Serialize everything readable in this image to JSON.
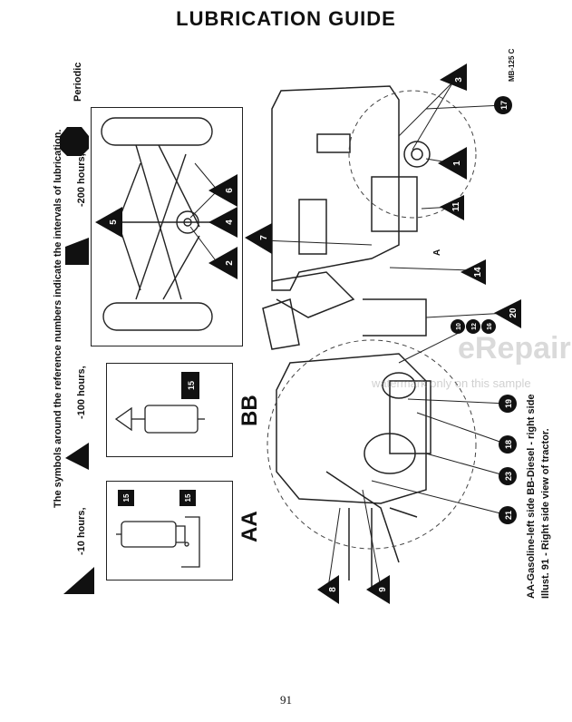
{
  "page": {
    "title": "LUBRICATION GUIDE",
    "page_number": "91",
    "intro": "The symbols around the reference numbers indicate the intervals of lubrication.",
    "legend": {
      "ten_hours": "-10 hours,",
      "hundred_hours": "-100 hours,",
      "two_hundred_hours": "-200 hours,",
      "periodic": "Periodic"
    },
    "inset_labels": {
      "aa": "AA",
      "bb": "BB"
    },
    "caption": {
      "line1": "AA-Gasoline-left side    BB-Diesel - right side",
      "line2": "Illust. 91 - Right side view of tractor."
    },
    "figure_code": "MB-125 C",
    "watermark": "eRepairInfo.com",
    "watermark_note": "watermark only on this sample"
  },
  "callouts": {
    "c1": "1",
    "c2": "2",
    "c3": "3",
    "c4": "4",
    "c5": "5",
    "c6": "6",
    "c7": "7",
    "c8": "8",
    "c9": "9",
    "c10": "10",
    "c11": "11",
    "c12": "12",
    "c14": "14",
    "c15a": "15",
    "c15b": "15",
    "c15c": "15",
    "c16": "16",
    "c17": "17",
    "c18": "18",
    "c19": "19",
    "c20": "20",
    "c21": "21",
    "c23": "23",
    "c_a": "A"
  }
}
